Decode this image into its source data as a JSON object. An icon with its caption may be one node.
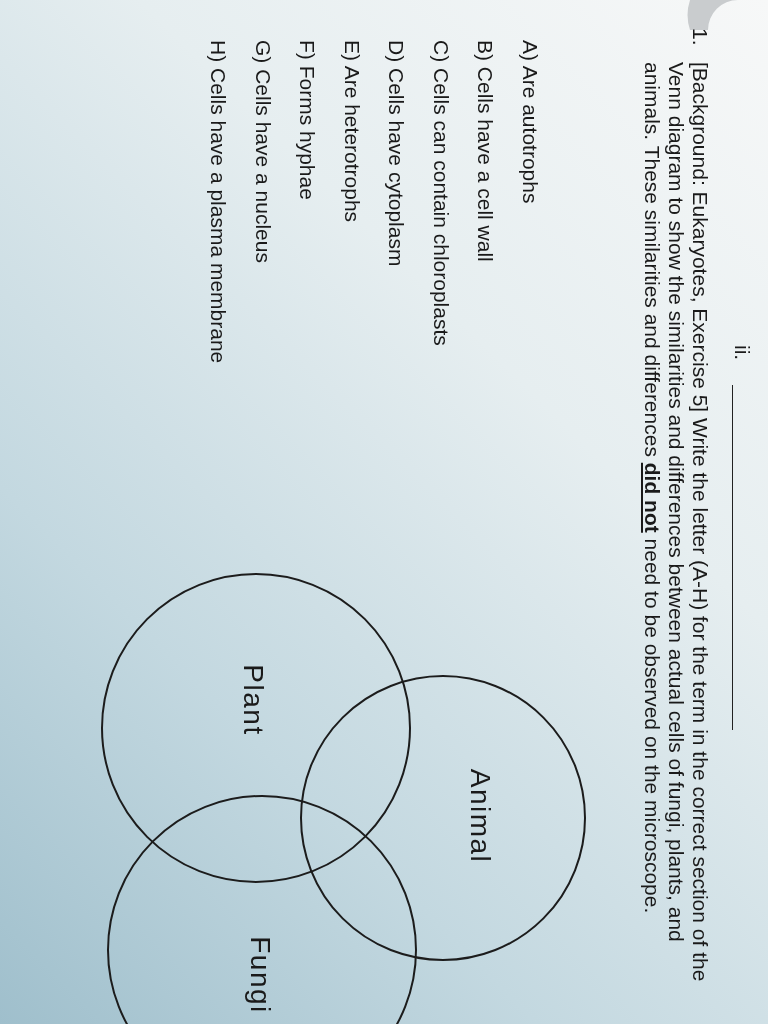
{
  "diagram": {
    "nodes": [
      {
        "text": [
          "Plant"
        ]
      },
      {
        "text": [
          "Animal"
        ]
      },
      {
        "text": [
          "Fungi"
        ]
      }
    ],
    "labels": [
      "ii.",
      "1.",
      "[Background: Eukaryotes, Exercise 5] Write the letter (A-H) for the term in the correct section of the Venn diagram to show the similarities and differences between actual cells of fungi, plants, and animals. These similarities and differences **did not** need to be observed on the microscope.",
      "A) Are autotrophs",
      "B) Cells have a cell wall",
      "C) Cells can contain chloroplasts",
      "D) Cells have cytoplasm",
      "E) Are heterotrophs",
      "F) Forms hyphae",
      "G) Cells have a nucleus",
      "H) Cells have a plasma membrane"
    ]
  }
}
